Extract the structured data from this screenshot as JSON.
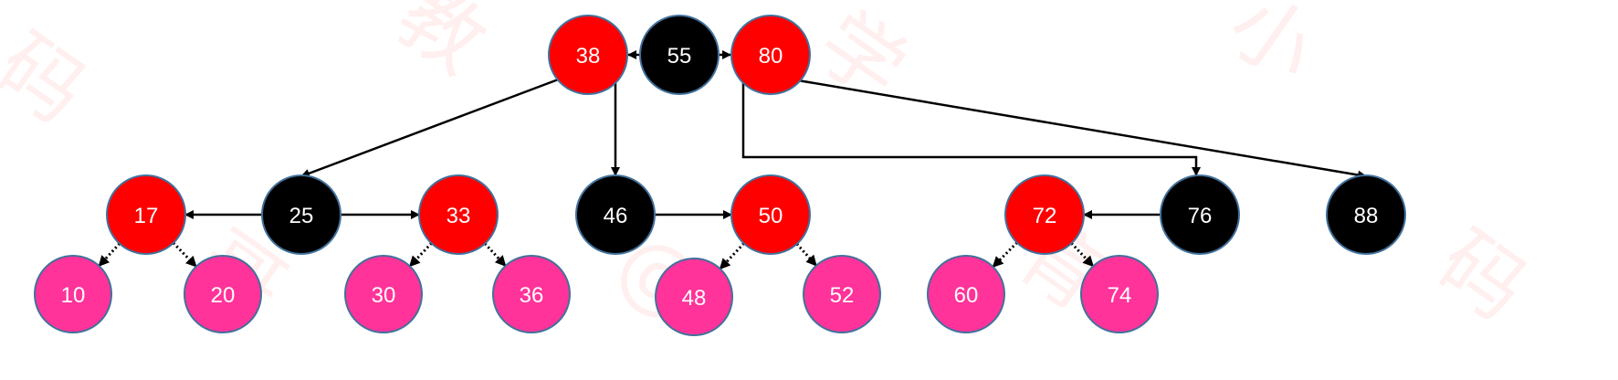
{
  "colors": {
    "red": "#ff0000",
    "black": "#000000",
    "pink": "#ff3399",
    "label": "#ffffff",
    "outline": "#41719c",
    "edge": "#000000"
  },
  "nodes": [
    {
      "id": "n38",
      "label": "38",
      "color": "red"
    },
    {
      "id": "n55",
      "label": "55",
      "color": "black"
    },
    {
      "id": "n80",
      "label": "80",
      "color": "red"
    },
    {
      "id": "n17",
      "label": "17",
      "color": "red"
    },
    {
      "id": "n25",
      "label": "25",
      "color": "black"
    },
    {
      "id": "n33",
      "label": "33",
      "color": "red"
    },
    {
      "id": "n46",
      "label": "46",
      "color": "black"
    },
    {
      "id": "n50",
      "label": "50",
      "color": "red"
    },
    {
      "id": "n72",
      "label": "72",
      "color": "red"
    },
    {
      "id": "n76",
      "label": "76",
      "color": "black"
    },
    {
      "id": "n88",
      "label": "88",
      "color": "black"
    },
    {
      "id": "n10",
      "label": "10",
      "color": "pink"
    },
    {
      "id": "n20",
      "label": "20",
      "color": "pink"
    },
    {
      "id": "n30",
      "label": "30",
      "color": "pink"
    },
    {
      "id": "n36",
      "label": "36",
      "color": "pink"
    },
    {
      "id": "n48",
      "label": "48",
      "color": "pink"
    },
    {
      "id": "n52",
      "label": "52",
      "color": "pink"
    },
    {
      "id": "n60",
      "label": "60",
      "color": "pink"
    },
    {
      "id": "n74",
      "label": "74",
      "color": "pink"
    }
  ],
  "edges": [
    {
      "from": "n55",
      "to": "n38",
      "style": "solid"
    },
    {
      "from": "n55",
      "to": "n80",
      "style": "solid"
    },
    {
      "from": "n38",
      "to": "n25",
      "style": "solid"
    },
    {
      "from": "n38",
      "to": "n46",
      "style": "solid"
    },
    {
      "from": "n80",
      "to": "n76",
      "style": "solid"
    },
    {
      "from": "n80",
      "to": "n88",
      "style": "solid"
    },
    {
      "from": "n25",
      "to": "n17",
      "style": "solid"
    },
    {
      "from": "n25",
      "to": "n33",
      "style": "solid"
    },
    {
      "from": "n46",
      "to": "n50",
      "style": "solid"
    },
    {
      "from": "n76",
      "to": "n72",
      "style": "solid"
    },
    {
      "from": "n17",
      "to": "n10",
      "style": "dotted"
    },
    {
      "from": "n17",
      "to": "n20",
      "style": "dotted"
    },
    {
      "from": "n33",
      "to": "n30",
      "style": "dotted"
    },
    {
      "from": "n33",
      "to": "n36",
      "style": "dotted"
    },
    {
      "from": "n50",
      "to": "n48",
      "style": "dotted"
    },
    {
      "from": "n50",
      "to": "n52",
      "style": "dotted"
    },
    {
      "from": "n72",
      "to": "n60",
      "style": "dotted"
    },
    {
      "from": "n72",
      "to": "n74",
      "style": "dotted"
    }
  ]
}
